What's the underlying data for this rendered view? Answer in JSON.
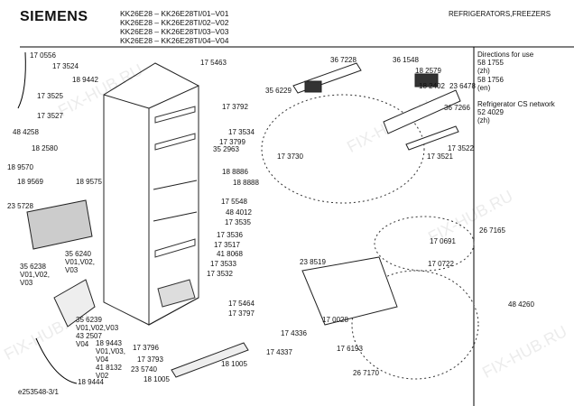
{
  "brand": "SIEMENS",
  "models": [
    "KK26E28 – KK26E28TI/01–V01",
    "KK26E28 – KK26E28TI/02–V02",
    "KK26E28 – KK26E28TI/03–V03",
    "KK26E28 – KK26E28TI/04–V04"
  ],
  "category": "REFRIGERATORS,FREEZERS",
  "side_info": [
    "Directions for use",
    "58 1755",
    "(zh)",
    "58 1756",
    "(en)",
    "",
    "Refrigerator CS network",
    "52 4029",
    "(zh)"
  ],
  "watermark": "FIX-HUB.RU",
  "doc_id": "e253548-3/1",
  "parts": [
    "17 0556",
    "17 3524",
    "18 9442",
    "17 3525",
    "17 3527",
    "48 4258",
    "18 2580",
    "18 9570",
    "18 9569",
    "18 9575",
    "23 5728",
    "35 6240\nV01,V02,\nV03",
    "35 6238\nV01,V02,\nV03",
    "35 6239\nV01,V02,V03\n43 2507\nV04",
    "18 9443\nV01,V03,\nV04\n41 8132\nV02",
    "18 9444",
    "17 5463",
    "17 3792",
    "17 3534",
    "17 3799",
    "35 2963",
    "18 8886",
    "18 8888",
    "17 5548",
    "48 4012",
    "17 3535",
    "17 3536",
    "17 3517",
    "41 8068",
    "17 3533",
    "17 3532",
    "17 5464",
    "17 3797",
    "17 3796",
    "17 3793",
    "23 5740",
    "18 1005",
    "18 1005",
    "36 7228",
    "36 1548",
    "18 2579",
    "35 6229",
    "18 2402",
    "23 6478",
    "36 7266",
    "17 3730",
    "17 3521",
    "17 3522",
    "26 7165",
    "17 0691",
    "17 0722",
    "23 8519",
    "17 0028",
    "48 4260",
    "17 4336",
    "17 4337",
    "17 6193",
    "26 7170"
  ]
}
